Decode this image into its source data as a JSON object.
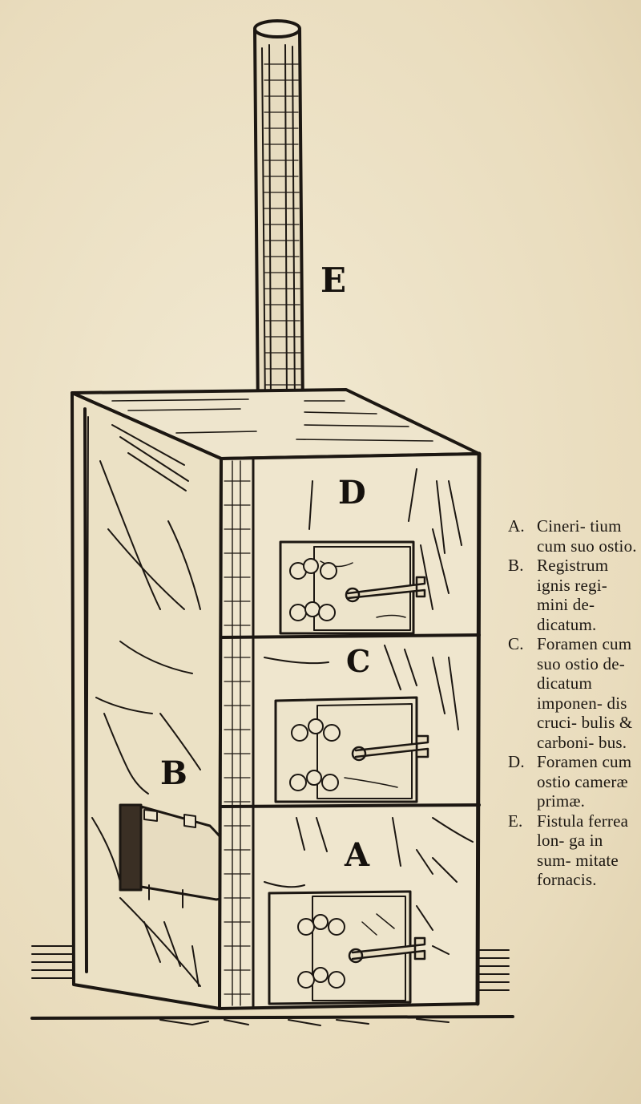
{
  "figure": {
    "label_e": "E",
    "label_d": "D",
    "label_c": "C",
    "label_b": "B",
    "label_a": "A"
  },
  "legend": [
    {
      "key": "A.",
      "text": "Cineri- tium cum suo ostio."
    },
    {
      "key": "B.",
      "text": "Registrum ignis regi- mini de- dicatum."
    },
    {
      "key": "C.",
      "text": "Foramen cum suo ostio de- dicatum imponen- dis cruci- bulis & carboni- bus."
    },
    {
      "key": "D.",
      "text": "Foramen cum ostio cameræ primæ."
    },
    {
      "key": "E.",
      "text": "Fistula ferrea lon- ga in sum- mitate fornacis."
    }
  ],
  "colors": {
    "paper": "#ede3c8",
    "ink": "#1c1712"
  }
}
